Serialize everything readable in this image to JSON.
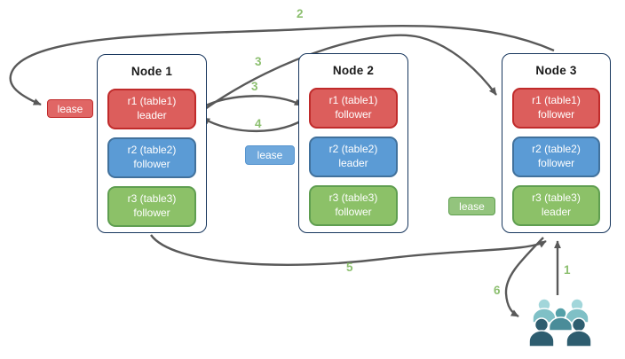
{
  "diagram": {
    "nodes": [
      {
        "title": "Node 1",
        "replicas": [
          {
            "name": "r1 (table1)",
            "role": "leader",
            "color": "red"
          },
          {
            "name": "r2 (table2)",
            "role": "follower",
            "color": "blue"
          },
          {
            "name": "r3 (table3)",
            "role": "follower",
            "color": "green"
          }
        ]
      },
      {
        "title": "Node 2",
        "replicas": [
          {
            "name": "r1 (table1)",
            "role": "follower",
            "color": "red"
          },
          {
            "name": "r2 (table2)",
            "role": "leader",
            "color": "blue"
          },
          {
            "name": "r3 (table3)",
            "role": "follower",
            "color": "green"
          }
        ]
      },
      {
        "title": "Node 3",
        "replicas": [
          {
            "name": "r1 (table1)",
            "role": "follower",
            "color": "red"
          },
          {
            "name": "r2 (table2)",
            "role": "follower",
            "color": "blue"
          },
          {
            "name": "r3 (table3)",
            "role": "leader",
            "color": "green"
          }
        ]
      }
    ],
    "leases": [
      {
        "label": "lease",
        "color": "red"
      },
      {
        "label": "lease",
        "color": "blue"
      },
      {
        "label": "lease",
        "color": "green"
      }
    ],
    "steps": {
      "s1": "1",
      "s2": "2",
      "s3a": "3",
      "s3b": "3",
      "s4": "4",
      "s5": "5",
      "s6": "6"
    }
  },
  "icons": {
    "users": "users-group-icon"
  },
  "colors": {
    "node_border": "#17365D",
    "replica_red": "#DC5E5C",
    "replica_red_border": "#C02B2B",
    "replica_blue": "#5B9BD5",
    "replica_blue_border": "#41719C",
    "replica_green": "#8CC168",
    "replica_green_border": "#5F9E50",
    "lease_red": "#E06665",
    "lease_blue": "#6FA8DC",
    "lease_green": "#93C47D",
    "step_number_green": "#8CBF6F",
    "arrow_gray": "#595959",
    "users_light": "#A2D6DA",
    "users_light_shade": "#7FC0C6",
    "users_medium": "#55A0A8",
    "users_dark": "#2E5D6F"
  }
}
